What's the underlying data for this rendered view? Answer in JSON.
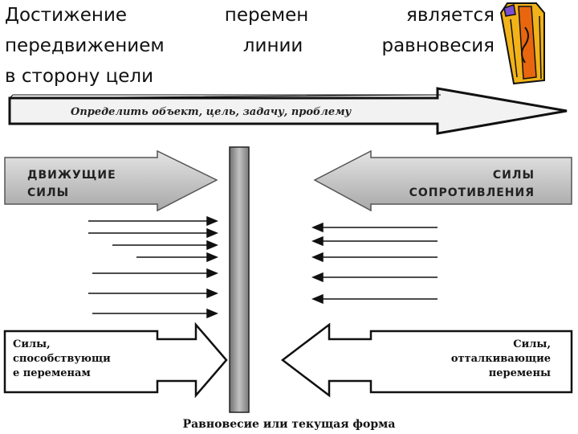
{
  "slide": {
    "title_line1": [
      "Достижение",
      "перемен",
      "является"
    ],
    "title_line2": [
      "передвижением",
      "линии",
      "равновесия"
    ],
    "title_line3": "в сторону цели"
  },
  "diagram": {
    "top_arrow": "Определить объект, цель, задачу, проблему",
    "driving_forces": [
      "ДВИЖУЩИЕ",
      "СИЛЫ"
    ],
    "resisting_forces": [
      "СИЛЫ",
      "СОПРОТИВЛЕНИЯ"
    ],
    "supporting_forces": [
      "Силы,",
      "способствующи",
      "е переменам"
    ],
    "opposing_forces": [
      "Силы,",
      "отталкивающие",
      "перемены"
    ],
    "bottom_caption": "Равновесие или текущая форма"
  },
  "colors": {
    "bar": "#9c9c9c",
    "block": "#c8c8c8",
    "text": "#111111",
    "pencil_yellow": "#f2b319",
    "pencil_orange": "#e8660e"
  },
  "icons": [
    "pencil-icon"
  ]
}
